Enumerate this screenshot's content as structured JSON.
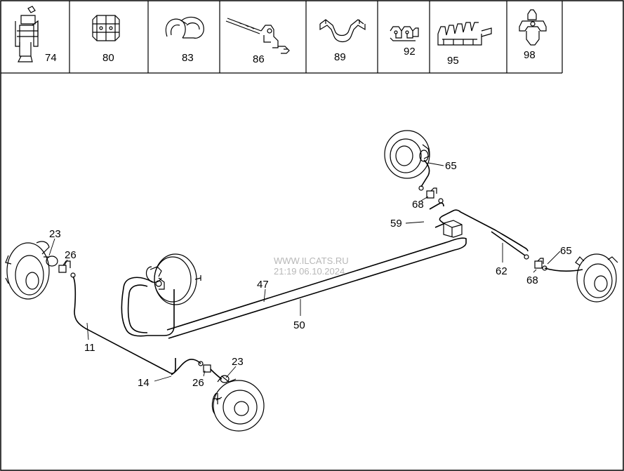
{
  "parts_strip": [
    {
      "number": "74",
      "icon": "bracket-assembly-icon"
    },
    {
      "number": "80",
      "icon": "rubber-block-icon"
    },
    {
      "number": "83",
      "icon": "double-clamp-icon"
    },
    {
      "number": "86",
      "icon": "strap-clip-icon"
    },
    {
      "number": "89",
      "icon": "channel-clip-icon"
    },
    {
      "number": "92",
      "icon": "pipe-clip-icon"
    },
    {
      "number": "95",
      "icon": "multi-clip-icon"
    },
    {
      "number": "98",
      "icon": "push-clip-icon"
    }
  ],
  "callouts": {
    "c23_left": "23",
    "c26_left": "26",
    "c11": "11",
    "c14": "14",
    "c26_bottom": "26",
    "c23_bottom": "23",
    "c47": "47",
    "c50": "50",
    "c65_top": "65",
    "c68_top": "68",
    "c59": "59",
    "c62": "62",
    "c65_right": "65",
    "c68_right": "68"
  },
  "watermark": {
    "line1": "WWW.ILCATS.RU",
    "line2": "21:19 06.10.2024"
  }
}
